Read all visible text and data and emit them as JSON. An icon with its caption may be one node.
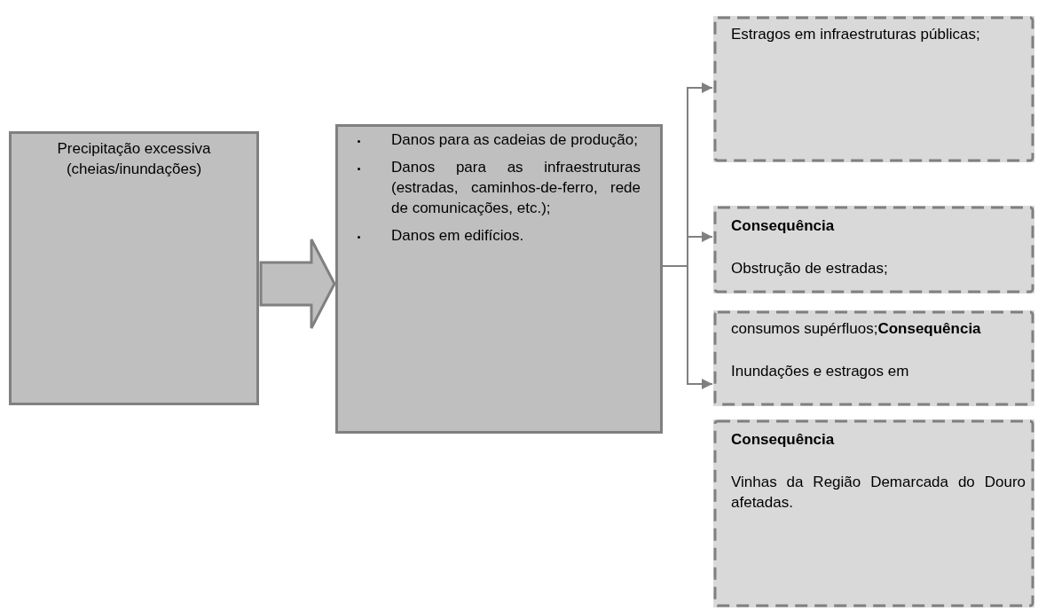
{
  "diagram": {
    "nodes": [
      {
        "text": [
          "Precipitação excessiva (cheias/inundações)"
        ]
      },
      {
        "text": [
          "Danos para as cadeias de produção;",
          "Danos para as infraestruturas (estradas, caminhos-de-ferro, rede de comunicações, etc.);",
          "Danos em edifícios."
        ]
      },
      {
        "text": [
          "Estragos em infraestruturas públicas;"
        ]
      },
      {
        "text": [
          "Consequência",
          "Obstrução de estradas;"
        ]
      },
      {
        "text": [
          "consumos supérfluos;**Consequência**",
          "Inundações e estragos em"
        ]
      },
      {
        "text": [
          "Consequência",
          "Vinhas da Região Demarcada do Douro afetadas."
        ]
      }
    ],
    "edges": [
      {
        "from": 0,
        "to": 1,
        "arrow": "to",
        "style": "thick"
      },
      {
        "from": 1,
        "to": 2,
        "arrow": "to"
      },
      {
        "from": 1,
        "to": 3,
        "arrow": "to"
      },
      {
        "from": 1,
        "to": 4,
        "arrow": "to"
      }
    ]
  }
}
